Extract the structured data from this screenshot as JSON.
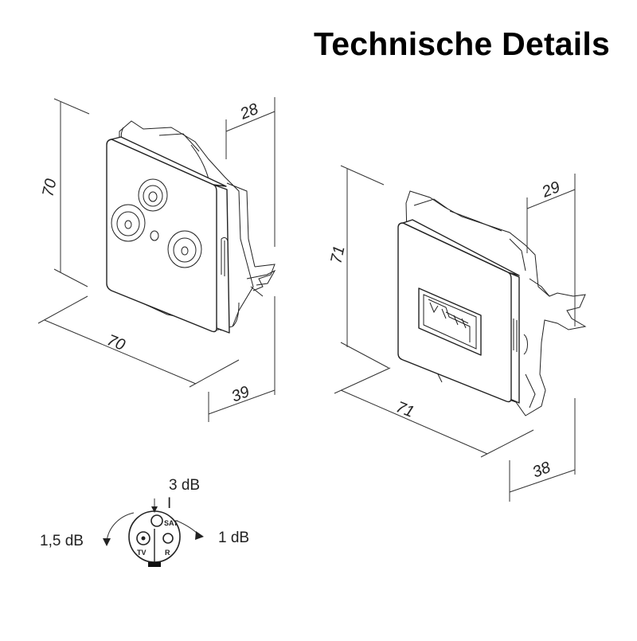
{
  "title": "Technische Details",
  "socket_left": {
    "dimensions": {
      "height": "70",
      "width": "70",
      "depth_top": "28",
      "depth_bottom": "39"
    }
  },
  "socket_right": {
    "dimensions": {
      "height": "71",
      "width": "71",
      "depth_top": "29",
      "depth_bottom": "38"
    }
  },
  "signal_diagram": {
    "top_loss": "3 dB",
    "top_marker": "I",
    "left_loss": "1,5 dB",
    "right_loss": "1 dB",
    "port_sat": "SAT",
    "port_tv": "TV",
    "port_r": "R"
  }
}
